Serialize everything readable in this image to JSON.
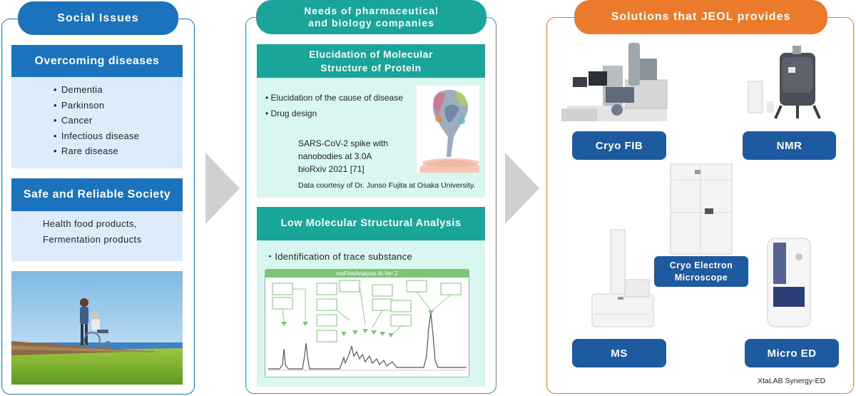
{
  "left": {
    "header": "Social Issues",
    "diseases": {
      "title": "Overcoming diseases",
      "items": [
        "Dementia",
        "Parkinson",
        "Cancer",
        "Infectious disease",
        "Rare disease"
      ]
    },
    "society": {
      "title": "Safe and Reliable Society",
      "line1": "Health food products,",
      "line2": "Fermentation products"
    }
  },
  "middle": {
    "header_line1": "Needs of pharmaceutical",
    "header_line2": "and biology companies",
    "protein": {
      "title_line1": "Elucidation of Molecular",
      "title_line2": "Structure of Protein",
      "bullets": [
        "Elucidation of the cause of disease",
        "Drug design"
      ],
      "caption_line1": "SARS-CoV-2 spike with",
      "caption_line2": "nanobodies at 3.0A",
      "caption_line3": "bioRxiv 2021 [71]",
      "credit": "Data courtesy of Dr. Junso Fujita at Osaka University."
    },
    "small_molecule": {
      "title": "Low Molecular Structural Analysis",
      "bullet": "Identification of trace substance",
      "chart_title": "msFineAnalysis AI Ver.2"
    }
  },
  "right": {
    "header": "Solutions that JEOL provides",
    "cryo_fib": "Cryo FIB",
    "nmr": "NMR",
    "cryo_em_line1": "Cryo Electron",
    "cryo_em_line2": "Microscope",
    "ms": "MS",
    "micro_ed": "Micro ED",
    "instrument_caption": "XtaLAB Synergy-ED"
  },
  "colors": {
    "blue": "#1b72bd",
    "teal": "#1aa59a",
    "orange": "#ec7a2b",
    "navy": "#1d5a9f"
  }
}
